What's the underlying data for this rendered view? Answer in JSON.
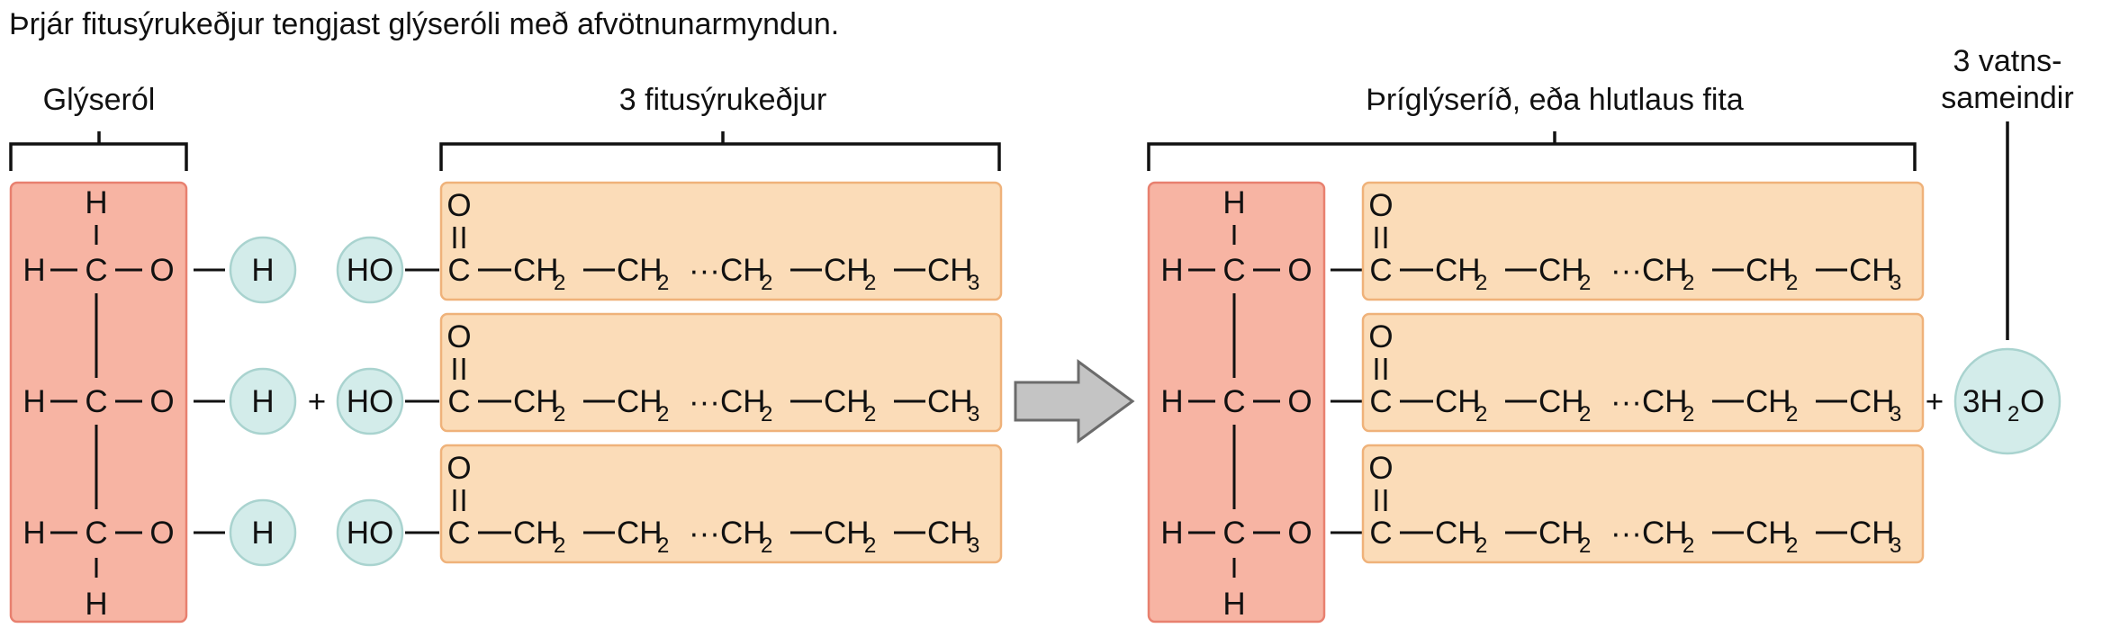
{
  "caption": "Þrjár fitusýrukeðjur tengjast glýseróli með afvötnunarmyndun.",
  "labels": {
    "glycerol": "Glýseról",
    "fatty_acids": "3 fitusýrukeðjur",
    "triglyceride": "Þríglýseríð, eða hlutlaus fita",
    "water_line1": "3 vatns-",
    "water_line2": "sameindir"
  },
  "chem": {
    "H": "H",
    "C": "C",
    "O": "O",
    "HO": "HO",
    "CH": "CH",
    "sub2": "2",
    "sub3": "3",
    "dots": "···",
    "plus": "+",
    "water_coef": "3H",
    "water_O": "O"
  },
  "colors": {
    "glycerol_fill": "#f7b4a3",
    "glycerol_stroke": "#e8806f",
    "chain_fill": "#fbdcb8",
    "chain_stroke": "#efb27a",
    "circle_fill": "#d3ecea",
    "circle_stroke": "#a9d3cf",
    "arrow_fill": "#c4c4c4",
    "arrow_stroke": "#6b6b6b"
  }
}
